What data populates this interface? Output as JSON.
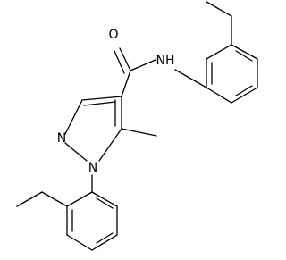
{
  "diagram": {
    "type": "chemical-structure",
    "atoms": {
      "O": "O",
      "NH": "NH",
      "N1": "N",
      "N2": "N"
    },
    "colors": {
      "bond": "#000000",
      "background": "#ffffff"
    }
  }
}
